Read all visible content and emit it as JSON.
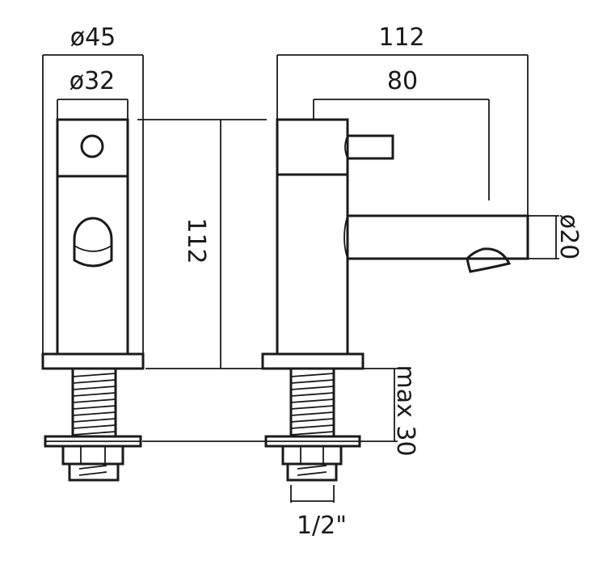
{
  "dimensions": {
    "outer_diameter": "ø45",
    "inner_diameter": "ø32",
    "overall_length": "112",
    "spout_reach": "80",
    "height": "112",
    "spout_diameter": "ø20",
    "max_deck_thickness": "max 30",
    "thread_size": "1/2\""
  }
}
